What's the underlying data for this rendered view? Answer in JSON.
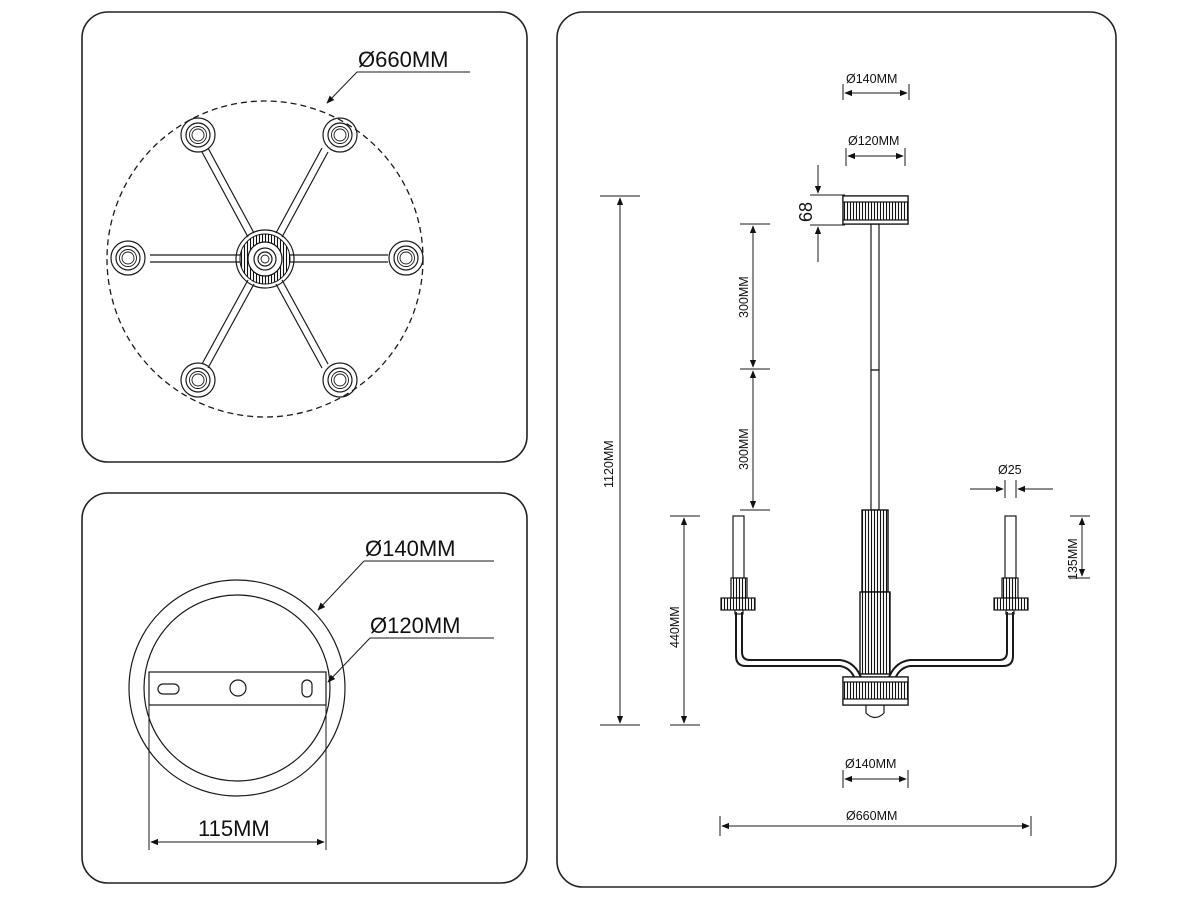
{
  "top_view": {
    "diameter_label": "Ø660MM"
  },
  "canopy_view": {
    "outer_diameter_label": "Ø140MM",
    "inner_diameter_label": "Ø120MM",
    "bracket_width_label": "115MM"
  },
  "side_view": {
    "canopy_diameter_label": "Ø140MM",
    "canopy_inner_label": "Ø120MM",
    "canopy_height_label": "68",
    "rod_segment_1_label": "300MM",
    "rod_segment_2_label": "300MM",
    "total_height_label": "1120MM",
    "body_height_label": "440MM",
    "bulb_diameter_label": "Ø25",
    "bulb_height_label": "135MM",
    "hub_diameter_label": "Ø140MM",
    "overall_diameter_label": "Ø660MM"
  }
}
